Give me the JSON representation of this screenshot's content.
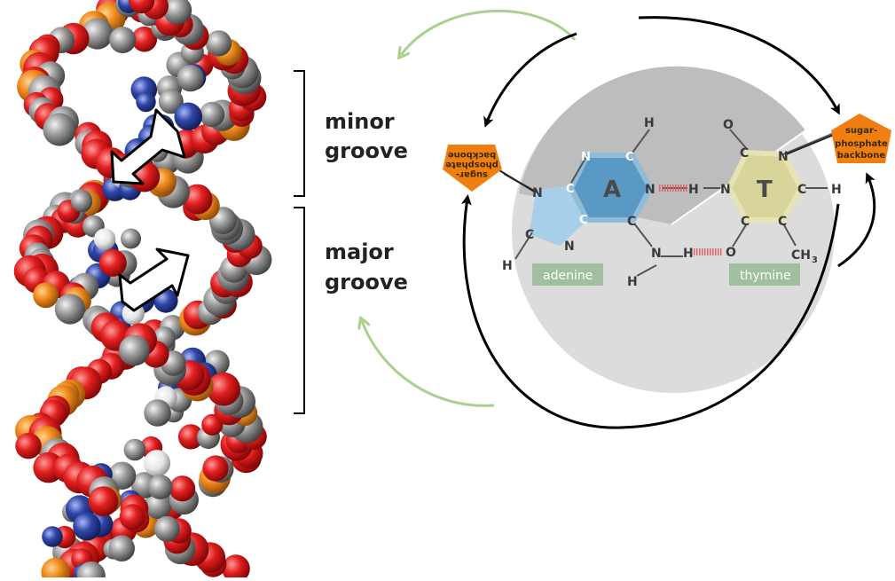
{
  "labels": {
    "minor_line1": "minor",
    "minor_line2": "groove",
    "major_line1": "major",
    "major_line2": "groove"
  },
  "bases": {
    "adenine_letter": "A",
    "thymine_letter": "T",
    "adenine_name": "adenine",
    "thymine_name": "thymine"
  },
  "backbone_left": {
    "line1": "sugar-",
    "line2": "phosphate",
    "line3": "backbone"
  },
  "backbone_right": {
    "line1": "sugar-",
    "line2": "phosphate",
    "line3": "backbone"
  },
  "atoms": {
    "H_top": "H",
    "C_top": "C",
    "N_a1": "N",
    "C_a2": "C",
    "N_a3": "N",
    "C_a4": "C",
    "C_a5": "C",
    "N_a6": "N",
    "C_a7": "C",
    "H_a8": "H",
    "N_a9": "N",
    "N_hb1": "N",
    "H_hb1": "H",
    "N_t1": "N",
    "C_t2": "C",
    "O_t3": "O",
    "N_t4": "N",
    "C_t5": "C",
    "H_t6": "H",
    "C_t7": "C",
    "C_t8": "C",
    "C_t9": "C",
    "O_t10": "O",
    "CH3": "CH",
    "CH3_sub": "3",
    "N_amine": "N",
    "H_amine": "H",
    "H_amine2": "H"
  },
  "colors": {
    "oxygen": "#d81e1e",
    "carbon": "#8c8c8c",
    "nitrogen": "#2b3f9a",
    "hydrogen": "#eeeeee",
    "phosphorus": "#f08a1c",
    "backbone": "#f07f12",
    "adenine_ring": "#5a99c4",
    "thymine_ring": "#d8d59a",
    "base_label_bg": "#9fbf9f",
    "curve_arrow": "#a9d18e"
  }
}
